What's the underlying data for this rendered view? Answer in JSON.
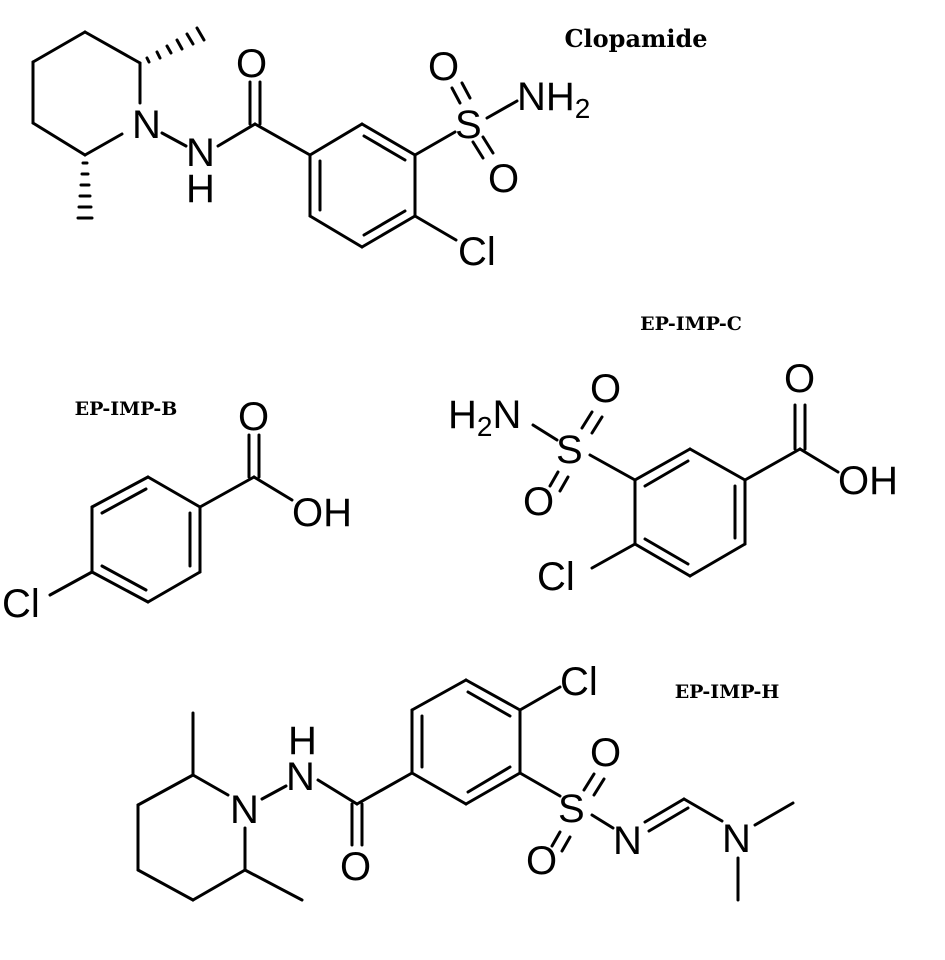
{
  "molecules": {
    "clopamide": {
      "title": "Clopamide",
      "atoms": {
        "o_carbonyl": "O",
        "n_ring": "N",
        "n_h": "N",
        "h": "H",
        "o_sulfonyl_top": "O",
        "s": "S",
        "nh2": "NH",
        "nh2_sub": "2",
        "o_sulfonyl_bottom": "O",
        "cl": "Cl"
      }
    },
    "ep_imp_b": {
      "title": "EP-IMP-B",
      "atoms": {
        "o_carbonyl": "O",
        "oh": "OH",
        "cl": "Cl"
      }
    },
    "ep_imp_c": {
      "title": "EP-IMP-C",
      "atoms": {
        "h2n": "H",
        "h2n_sub": "2",
        "h2n_n": "N",
        "o_sulfonyl_top": "O",
        "s": "S",
        "o_sulfonyl_bottom": "O",
        "o_carbonyl": "O",
        "oh": "OH",
        "cl": "Cl"
      }
    },
    "ep_imp_h": {
      "title": "EP-IMP-H",
      "atoms": {
        "cl": "Cl",
        "h": "H",
        "n_h": "N",
        "n_ring": "N",
        "o_carbonyl": "O",
        "o_sulfonyl_top": "O",
        "s": "S",
        "o_sulfonyl_bottom": "O",
        "n_imine": "N",
        "n_dimethyl": "N"
      }
    }
  }
}
